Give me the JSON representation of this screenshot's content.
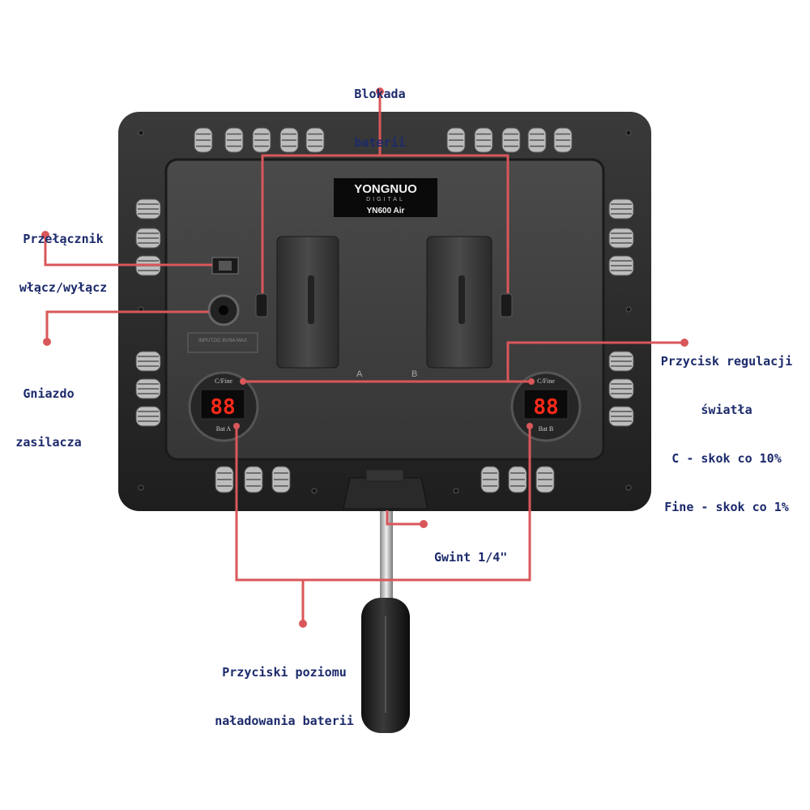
{
  "colors": {
    "label": "#1c2a6b",
    "leader_line": "#d9575a",
    "panel_body": "#2a2a2a",
    "panel_face": "#3c3c3c",
    "display_digits": "#ff2a1a"
  },
  "device": {
    "brand": "YONGNUO",
    "brand_sub": "DIGITAL",
    "model": "YN600 Air",
    "slot_a": "A",
    "slot_b": "B",
    "display_left": "88",
    "display_right": "88",
    "dial_top": "C/Fine",
    "dial_bottom_left": "Bat A",
    "dial_bottom_right": "Bat B",
    "power_input": "INPUT:DC 8V/8A MAX"
  },
  "annotations": {
    "battery_lock": [
      "Blokada",
      "baterii"
    ],
    "power_switch": [
      "Przełącznik",
      "włącz/wyłącz"
    ],
    "power_socket": [
      "Gniazdo",
      "zasilacza"
    ],
    "light_button": [
      "Przycisk regulacji",
      "światła",
      "C - skok co 10%",
      "Fine - skok co 1%"
    ],
    "thread": "Gwint 1/4\"",
    "battery_level": [
      "Przyciski poziomu",
      "naładowania baterii"
    ]
  }
}
